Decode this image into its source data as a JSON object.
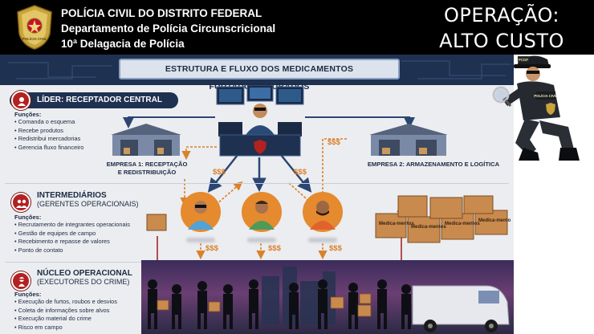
{
  "header": {
    "line1": "POLÍCIA CIVIL DO DISTRITO FEDERAL",
    "line2": "Departamento de Polícia Circunscricional",
    "line3": "10ª Delagacia de Polícia",
    "badge_text": "POLÍCIA CIVIL",
    "operation_line1": "OPERAÇÃO:",
    "operation_line2": "ALTO CUSTO"
  },
  "infographic": {
    "title": "ESTRUTURA E FLUXO DOS MEDICAMENTOS FURTADOS/ROUBADOS",
    "leader": {
      "title": "LÍDER: RECEPTADOR CENTRAL",
      "functions_label": "Funções:",
      "functions": [
        "Comanda o esquema",
        "Recebe produtos",
        "Redistribui mercadorias",
        "Gerencia fluxo financeiro"
      ]
    },
    "company1": {
      "line1": "EMPRESA 1: RECEPTAÇÃO",
      "line2": "E REDISTRIBUIÇÃO"
    },
    "company2": {
      "label": "EMPRESA 2: ARMAZENAMENTO E LOGÍTICA"
    },
    "money_symbol": "$$$",
    "intermediaries": {
      "title": "INTERMEDIÁRIOS",
      "subtitle": "(GERENTES OPERACIONAIS)",
      "functions_label": "Funções:",
      "functions": [
        "Recrutamento de integrantes operacionais",
        "Gestão de equipes de campo",
        "Recebimento e repasse de valores",
        "Ponto de contato"
      ]
    },
    "operational": {
      "title": "NÚCLEO OPERACIONAL",
      "subtitle": "(EXECUTORES DO CRIME)",
      "functions_label": "Funções:",
      "functions": [
        "Execução de furtos, roubos e desvios",
        "Coleta de informações sobre alvos",
        "Execução material do crime",
        "Risco em campo"
      ]
    },
    "box_label": "Medica-mentos",
    "police_patch": "PCDF",
    "police_vest": "POLÍCIA CIVIL"
  },
  "colors": {
    "navy": "#1f3150",
    "red_accent": "#b32121",
    "money_orange": "#d9822b",
    "background": "#ecedf0"
  }
}
